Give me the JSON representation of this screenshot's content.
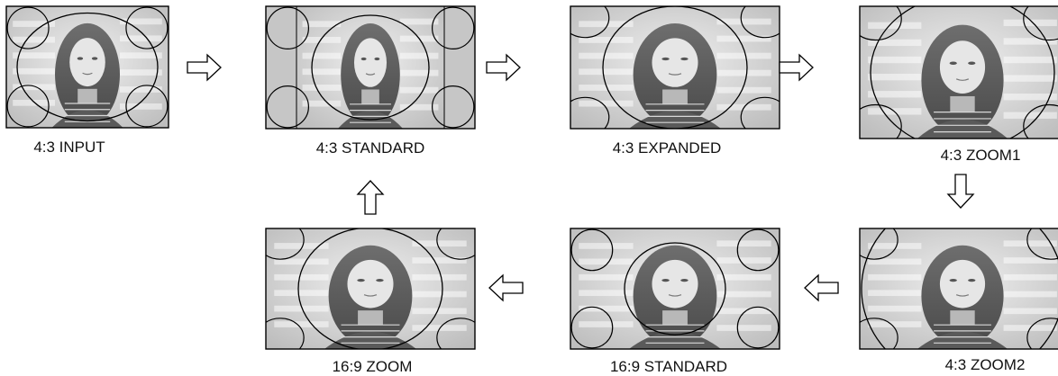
{
  "diagram": {
    "description_free": true,
    "colors": {
      "frame_stroke": "#000000",
      "sidebar_fill": "#c6c6c6",
      "arrow_fill": "#ffffff",
      "arrow_stroke": "#000000",
      "photo_bg_light": "#dcdcdc",
      "photo_bg_dark": "#8a8a8a"
    },
    "panels": [
      {
        "id": "input",
        "caption": "4:3 INPUT"
      },
      {
        "id": "standard43",
        "caption": "4:3 STANDARD"
      },
      {
        "id": "expanded43",
        "caption": "4:3 EXPANDED"
      },
      {
        "id": "zoom1",
        "caption": "4:3 ZOOM1"
      },
      {
        "id": "zoom2",
        "caption": "4:3 ZOOM2"
      },
      {
        "id": "standard169",
        "caption": "16:9 STANDARD"
      },
      {
        "id": "zoom169",
        "caption": "16:9 ZOOM"
      }
    ],
    "arrows": [
      {
        "from": "input",
        "to": "standard43",
        "direction": "right"
      },
      {
        "from": "standard43",
        "to": "expanded43",
        "direction": "right"
      },
      {
        "from": "expanded43",
        "to": "zoom1",
        "direction": "right"
      },
      {
        "from": "zoom1",
        "to": "zoom2",
        "direction": "down"
      },
      {
        "from": "zoom2",
        "to": "standard169",
        "direction": "left"
      },
      {
        "from": "standard169",
        "to": "zoom169",
        "direction": "left"
      },
      {
        "from": "zoom169",
        "to": "standard43",
        "direction": "up"
      }
    ]
  }
}
